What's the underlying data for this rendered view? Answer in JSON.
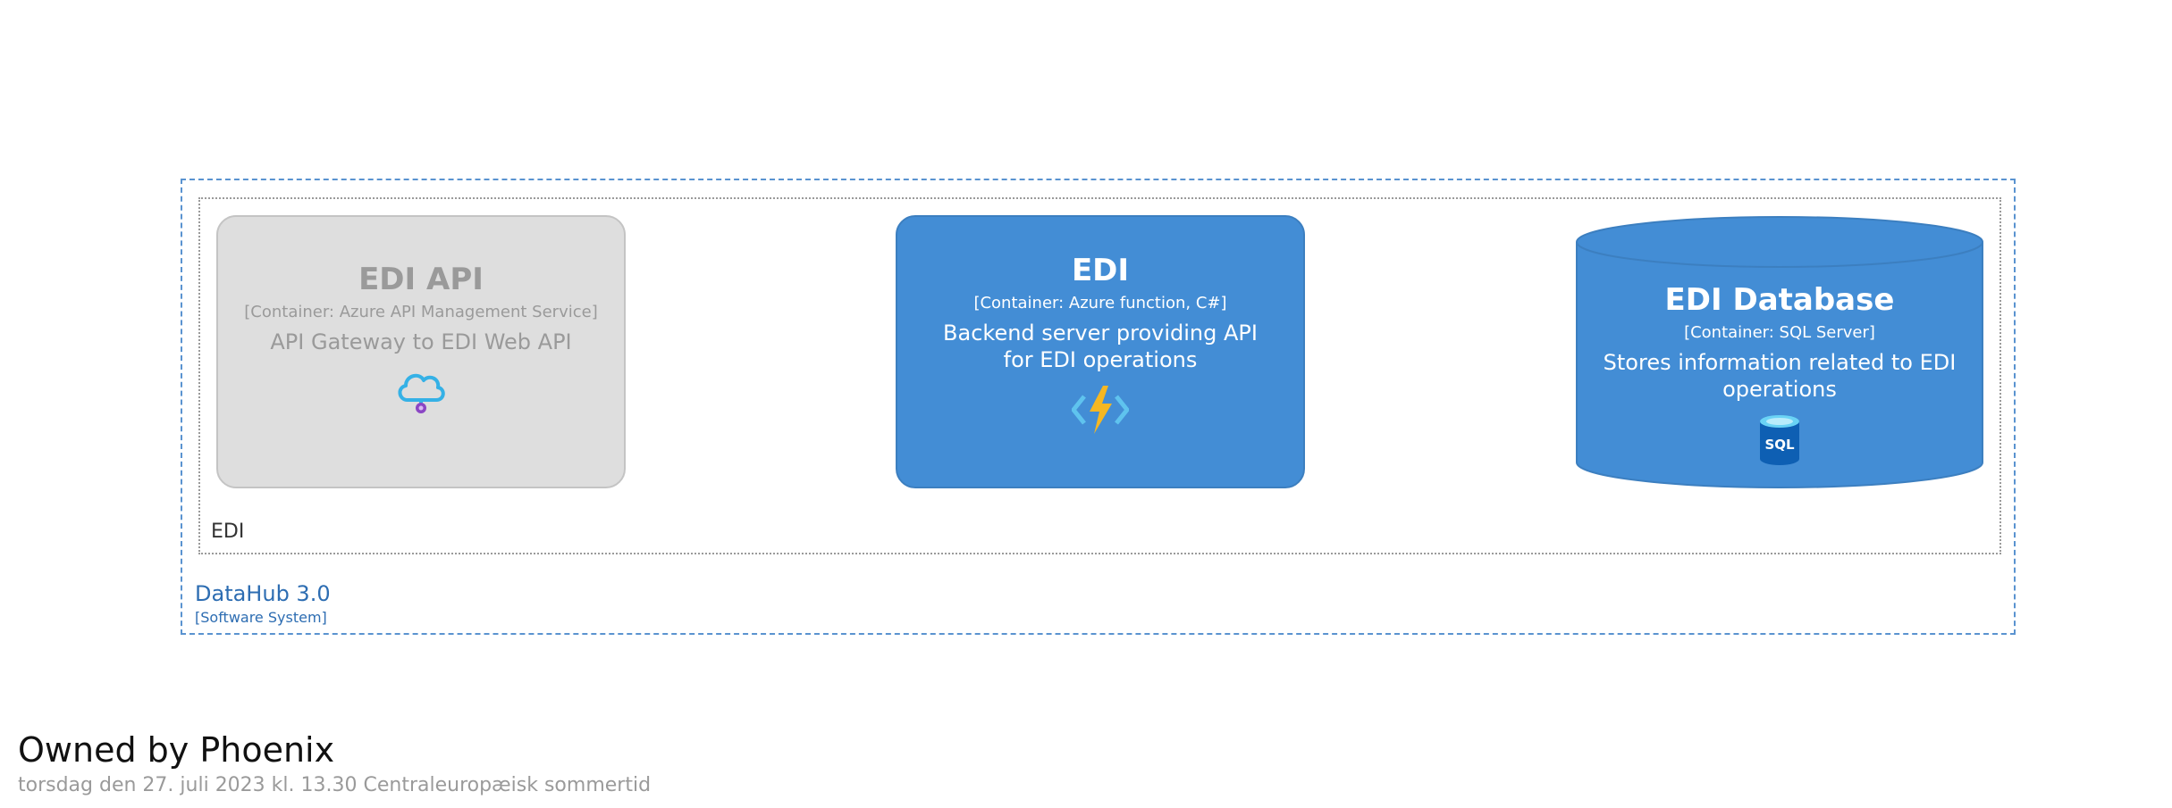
{
  "diagram": {
    "system_boundary": {
      "name": "DataHub 3.0",
      "type": "[Software System]"
    },
    "group_boundary": {
      "label": "EDI"
    },
    "containers": [
      {
        "title": "EDI API",
        "type": "[Container: Azure API Management Service]",
        "description": "API Gateway to EDI Web API",
        "icon": "cloud-api-icon",
        "style": "external-grey"
      },
      {
        "title": "EDI",
        "type": "[Container: Azure function, C#]",
        "description": "Backend server providing API for EDI operations",
        "icon": "azure-function-icon",
        "style": "container-blue"
      },
      {
        "title": "EDI Database",
        "type": "[Container: SQL Server]",
        "description": "Stores information related to EDI operations",
        "icon": "sql-database-icon",
        "icon_text": "SQL",
        "style": "database-blue"
      }
    ]
  },
  "footer": {
    "title": "Owned by Phoenix",
    "timestamp": "torsdag den 27. juli 2023 kl. 13.30 Centraleuropæisk sommertid"
  },
  "colors": {
    "container_blue": "#438dd5",
    "external_grey": "#dedede",
    "boundary_blue": "#5a93d0",
    "system_text": "#2d6db2"
  }
}
